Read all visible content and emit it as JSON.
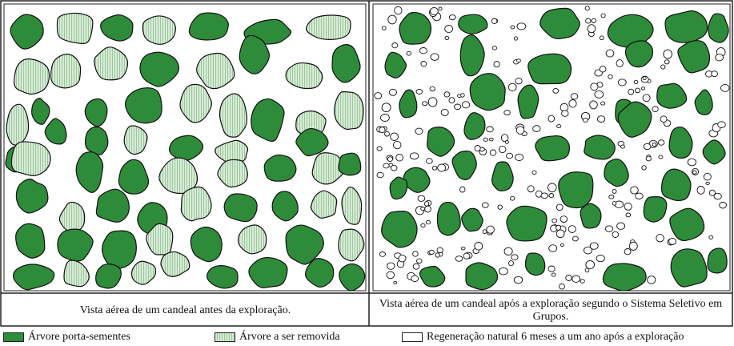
{
  "colors": {
    "seed_tree": "#2e8b3a",
    "seed_tree_stroke": "#111111",
    "removed_tree": "#d6ebd6",
    "removed_tree_stripe": "#9cc79c",
    "regeneration": "#ffffff",
    "border": "#222222"
  },
  "panels": {
    "left": {
      "caption": "Vista aérea de um candeal antes da exploração."
    },
    "right": {
      "caption": "Vista aérea de um candeal após a exploração segundo o Sistema Seletivo em Grupos."
    }
  },
  "legend": [
    {
      "key": "seed",
      "label": "Árvore porta-sementes"
    },
    {
      "key": "remove",
      "label": "Árvore a ser removida"
    },
    {
      "key": "regen",
      "label": "Regeneração natural 6 meses a um ano após a exploração"
    }
  ]
}
